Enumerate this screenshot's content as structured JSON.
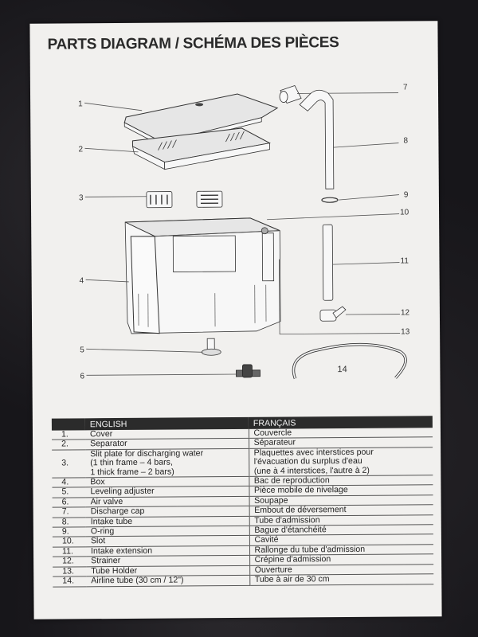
{
  "page": {
    "title": "PARTS DIAGRAM / SCHÉMA DES PIÈCES"
  },
  "diagram": {
    "callouts": [
      "1",
      "2",
      "3",
      "4",
      "5",
      "6",
      "7",
      "8",
      "9",
      "10",
      "11",
      "12",
      "13",
      "14"
    ]
  },
  "table": {
    "headers": {
      "number": "",
      "english": "ENGLISH",
      "french": "FRANÇAIS"
    },
    "rows": [
      {
        "num": "1.",
        "en": [
          "Cover"
        ],
        "fr": [
          "Couvercle"
        ]
      },
      {
        "num": "2.",
        "en": [
          "Separator"
        ],
        "fr": [
          "Séparateur"
        ]
      },
      {
        "num": "3.",
        "en": [
          "Slit plate for discharging water",
          "(1 thin frame – 4 bars,",
          "1 thick frame – 2 bars)"
        ],
        "fr": [
          "Plaquettes avec interstices pour",
          "l'évacuation du surplus d'eau",
          "(une à 4 interstices, l'autre à 2)"
        ]
      },
      {
        "num": "4.",
        "en": [
          "Box"
        ],
        "fr": [
          "Bac de reproduction"
        ]
      },
      {
        "num": "5.",
        "en": [
          "Leveling adjuster"
        ],
        "fr": [
          "Pièce mobile de nivelage"
        ]
      },
      {
        "num": "6.",
        "en": [
          "Air valve"
        ],
        "fr": [
          "Soupape"
        ]
      },
      {
        "num": "7.",
        "en": [
          "Discharge cap"
        ],
        "fr": [
          "Embout de déversement"
        ]
      },
      {
        "num": "8.",
        "en": [
          "Intake tube"
        ],
        "fr": [
          "Tube d'admission"
        ]
      },
      {
        "num": "9.",
        "en": [
          "O-ring"
        ],
        "fr": [
          "Bague d'étanchéité"
        ]
      },
      {
        "num": "10.",
        "en": [
          "Slot"
        ],
        "fr": [
          "Cavité"
        ]
      },
      {
        "num": "11.",
        "en": [
          "Intake extension"
        ],
        "fr": [
          "Rallonge du tube d'admission"
        ]
      },
      {
        "num": "12.",
        "en": [
          "Strainer"
        ],
        "fr": [
          "Crépine d'admission"
        ]
      },
      {
        "num": "13.",
        "en": [
          "Tube Holder"
        ],
        "fr": [
          "Ouverture"
        ]
      },
      {
        "num": "14.",
        "en": [
          "Airline tube (30 cm / 12\")"
        ],
        "fr": [
          "Tube à air de 30 cm"
        ]
      }
    ]
  }
}
